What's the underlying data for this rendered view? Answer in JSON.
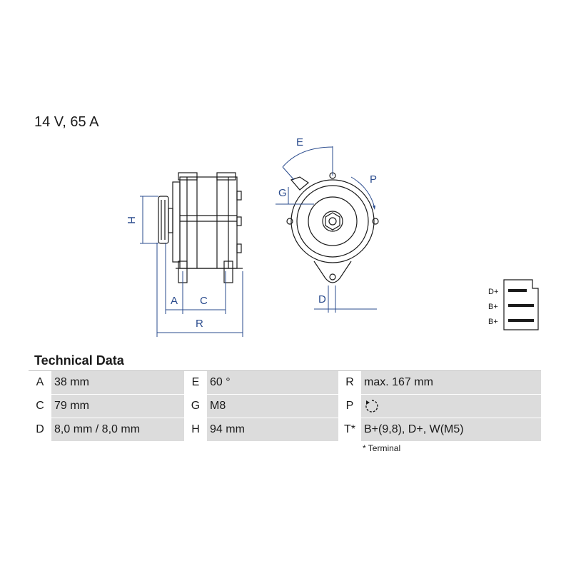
{
  "header": {
    "rating": "14 V, 65 A"
  },
  "dimension_labels": {
    "A": "A",
    "C": "C",
    "R": "R",
    "H": "H",
    "E": "E",
    "G": "G",
    "P": "P",
    "D": "D"
  },
  "terminal_diagram": {
    "labels": [
      "D+",
      "B+",
      "B+"
    ]
  },
  "technical_data": {
    "title": "Technical Data",
    "rows": [
      [
        {
          "key": "A",
          "value": "38 mm"
        },
        {
          "key": "E",
          "value": "60 °"
        },
        {
          "key": "R",
          "value": "max. 167 mm"
        }
      ],
      [
        {
          "key": "C",
          "value": "79 mm"
        },
        {
          "key": "G",
          "value": "M8"
        },
        {
          "key": "P",
          "value": "",
          "icon": "rotation-icon"
        }
      ],
      [
        {
          "key": "D",
          "value": "8,0 mm / 8,0 mm"
        },
        {
          "key": "H",
          "value": "94 mm"
        },
        {
          "key": "T*",
          "value": "B+(9,8), D+, W(M5)"
        }
      ]
    ],
    "footnote": "* Terminal"
  },
  "colors": {
    "dimension": "#2a4b8d",
    "line": "#1a1a1a",
    "cell": "#dcdcdc"
  }
}
